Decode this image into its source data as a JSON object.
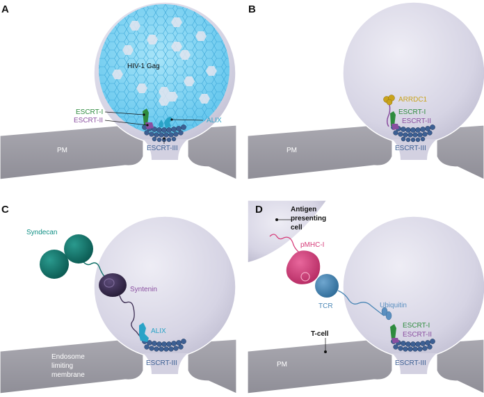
{
  "colors": {
    "vesicle": "#d9d7e6",
    "membrane": "#9a99a1",
    "gag": "#7fd3f2",
    "escrt1": "#2e8b3e",
    "escrt2": "#8a4fa0",
    "escrt3": "#3c5f93",
    "alix": "#2aa3c7",
    "arrdc1": "#c9a31c",
    "syndecan": "#0e6f66",
    "syntenin": "#3a2b50",
    "pmhc": "#d63c79",
    "tcr": "#4a86b5",
    "ubiquitin": "#5a8fc0"
  },
  "panelA": {
    "letter": "A",
    "gag": "HIV-1 Gag",
    "escrt1": "ESCRT-I",
    "escrt2": "ESCRT-II",
    "alix": "ALIX",
    "escrt3": "ESCRT-III",
    "pm": "PM"
  },
  "panelB": {
    "letter": "B",
    "arrdc1": "ARRDC1",
    "escrt1": "ESCRT-I",
    "escrt2": "ESCRT-II",
    "escrt3": "ESCRT-III",
    "pm": "PM"
  },
  "panelC": {
    "letter": "C",
    "syndecan": "Syndecan",
    "syntenin": "Syntenin",
    "alix": "ALIX",
    "escrt3": "ESCRT-III",
    "endosome_1": "Endosome",
    "endosome_2": "limiting",
    "endosome_3": "membrane"
  },
  "panelD": {
    "letter": "D",
    "apc_1": "Antigen",
    "apc_2": "presenting",
    "apc_3": "cell",
    "pmhc": "pMHC-I",
    "tcr": "TCR",
    "ubiquitin": "Ubiquitin",
    "escrt1": "ESCRT-I",
    "escrt2": "ESCRT-II",
    "escrt3": "ESCRT-III",
    "tcell": "T-cell",
    "pm": "PM"
  }
}
